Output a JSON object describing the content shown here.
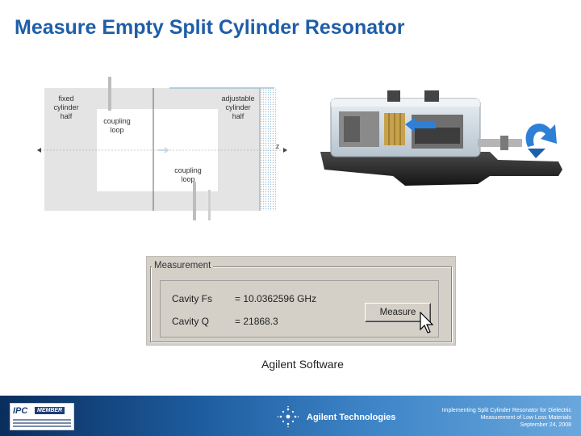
{
  "slide": {
    "title": "Measure Empty Split Cylinder Resonator",
    "caption": "Agilent Software"
  },
  "diagram": {
    "labels": {
      "fixed_half": "fixed\ncylinder\nhalf",
      "adjustable_half": "adjustable\ncylinder\nhalf",
      "coupling_loop_top": "coupling\nloop",
      "coupling_loop_bottom": "coupling\nloop",
      "axis_z": "z"
    }
  },
  "dialog": {
    "group_title": "Measurement",
    "rows": [
      {
        "label": "Cavity Fs",
        "value": "= 10.0362596 GHz"
      },
      {
        "label": "Cavity Q",
        "value": "= 21868.3"
      }
    ],
    "button_label": "Measure"
  },
  "footer": {
    "ipc_logo": "IPC",
    "ipc_member": "MEMBER",
    "company": "Agilent Technologies",
    "line1": "Implementing Split Cylinder Resonator for Dielectric",
    "line2": "Measurement of Low Loss Materials",
    "line3": "September 24, 2008"
  },
  "colors": {
    "title": "#1f5ea8",
    "footer_dark": "#0a2d5c",
    "footer_light": "#6aa7dd",
    "dialog_bg": "#d4d0c8"
  }
}
